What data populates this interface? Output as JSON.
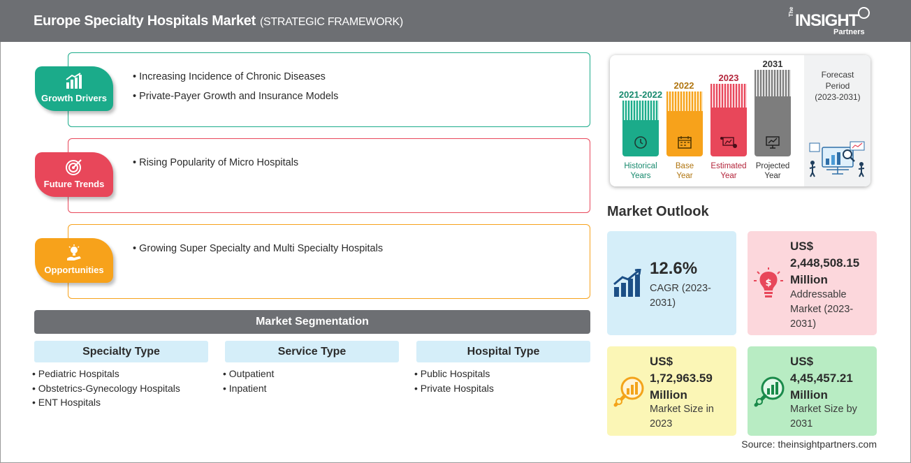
{
  "header": {
    "title": "Europe Specialty Hospitals Market",
    "subtitle": "(STRATEGIC FRAMEWORK)",
    "logo_the": "The",
    "logo_main": "INSIGHT",
    "logo_sub": "Partners"
  },
  "sections": [
    {
      "label": "Growth Drivers",
      "color": "#1bab8a",
      "items": [
        "Increasing Incidence of Chronic Diseases",
        "Private-Payer Growth and Insurance Models"
      ]
    },
    {
      "label": "Future Trends",
      "color": "#e8475a",
      "items": [
        "Rising Popularity of Micro Hospitals"
      ]
    },
    {
      "label": "Opportunities",
      "color": "#f7a21b",
      "items": [
        "Growing Super Specialty and Multi Specialty Hospitals"
      ]
    }
  ],
  "segmentation": {
    "title": "Market Segmentation",
    "columns": [
      {
        "title": "Specialty Type",
        "items": [
          "Pediatric Hospitals",
          "Obstetrics-Gynecology Hospitals",
          "ENT Hospitals"
        ]
      },
      {
        "title": "Service Type",
        "items": [
          "Outpatient",
          "Inpatient"
        ]
      },
      {
        "title": "Hospital Type",
        "items": [
          "Public Hospitals",
          "Private Hospitals"
        ]
      }
    ]
  },
  "timeline": {
    "bars": [
      {
        "year": "2021-2022",
        "caption_1": "Historical",
        "caption_2": "Years",
        "color": "#1bab8a",
        "year_color": "#188a6e",
        "icon": "history-icon"
      },
      {
        "year": "2022",
        "caption_1": "Base",
        "caption_2": "Year",
        "color": "#f7a21b",
        "year_color": "#b07510",
        "icon": "calendar-icon"
      },
      {
        "year": "2023",
        "caption_1": "Estimated",
        "caption_2": "Year",
        "color": "#e8475a",
        "year_color": "#b3243a",
        "icon": "estimate-icon"
      },
      {
        "year": "2031",
        "caption_1": "Projected",
        "caption_2": "Year",
        "color": "#7d7d7d",
        "year_color": "#333333",
        "icon": "projection-icon"
      }
    ],
    "forecast_label_1": "Forecast",
    "forecast_label_2": "Period",
    "forecast_range": "(2023-2031)"
  },
  "outlook": {
    "title": "Market Outlook",
    "cards": [
      {
        "main": "12.6%",
        "desc_1": "CAGR (2023-",
        "desc_2": "2031)",
        "bg": "#d5eef9",
        "icon": "growth-chart-icon"
      },
      {
        "main_1": "US$",
        "main_2": "2,448,508.15",
        "main_3": "Million",
        "desc_1": "Addressable",
        "desc_2": "Market (2023-",
        "desc_3": "2031)",
        "bg": "#fcd7dc",
        "icon": "dollar-bulb-icon"
      },
      {
        "main_1": "US$",
        "main_2": "1,72,963.59",
        "main_3": "Million",
        "desc_1": "Market Size in",
        "desc_2": "2023",
        "bg": "#fbf6b6",
        "icon": "market-size-icon"
      },
      {
        "main_1": "US$",
        "main_2": "4,45,457.21",
        "main_3": "Million",
        "desc_1": "Market Size by",
        "desc_2": "2031",
        "bg": "#b8ecc3",
        "icon": "market-forecast-icon"
      }
    ]
  },
  "source": "Source: theinsightpartners.com"
}
